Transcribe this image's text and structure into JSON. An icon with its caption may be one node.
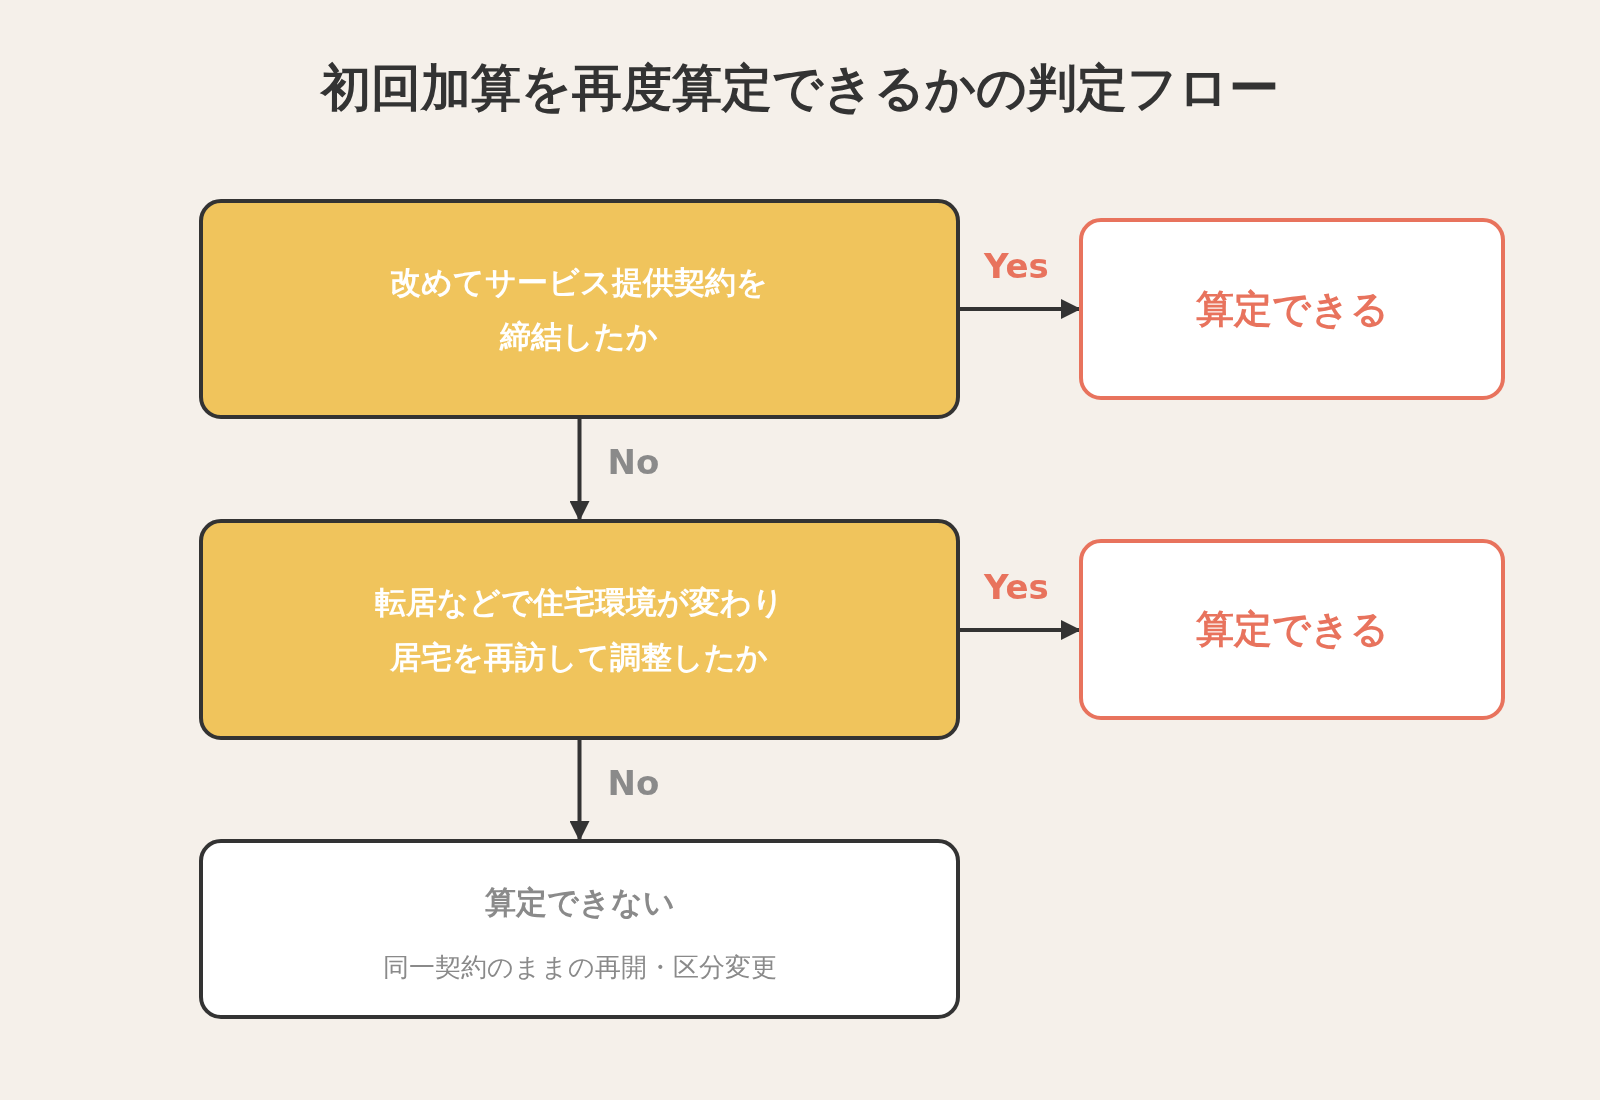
{
  "diagram": {
    "title": "初回加算を再度算定できるかの判定フロー",
    "nodes": [
      {
        "text": [
          "改めてサービス提供契約を締結したか"
        ]
      },
      {
        "text": [
          "算定できる"
        ]
      },
      {
        "text": [
          "転居などで住宅環境が変わり居宅を再訪して調整したか"
        ]
      },
      {
        "text": [
          "算定できる"
        ]
      },
      {
        "text": [
          "算定できない",
          "同一契約のままの再開・区分変更"
        ]
      }
    ],
    "edges": [
      {
        "from": 0,
        "to": 1,
        "arrow": "to",
        "label": "Yes"
      },
      {
        "from": 0,
        "to": 2,
        "arrow": "to",
        "label": "No"
      },
      {
        "from": 2,
        "to": 3,
        "arrow": "to",
        "label": "Yes"
      },
      {
        "from": 2,
        "to": 4,
        "arrow": "to",
        "label": "No"
      }
    ]
  }
}
